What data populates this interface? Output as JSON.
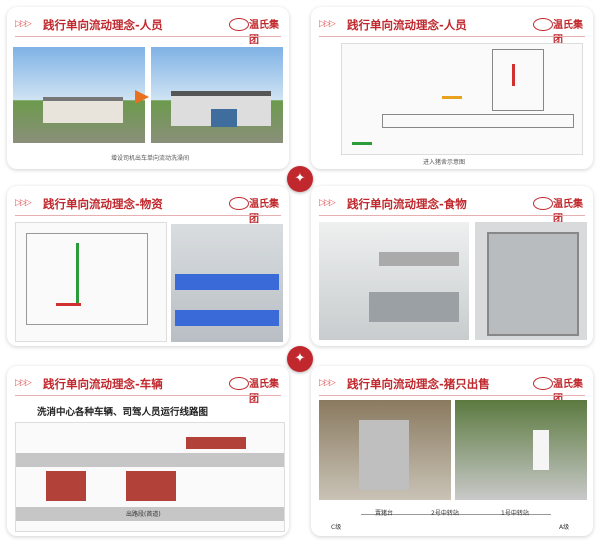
{
  "logo_text": "温氏集团",
  "badge_icon": "✦",
  "cards": [
    {
      "title": "践行单向流动理念-人员",
      "caption": "增设司机出车单向流动洗澡间"
    },
    {
      "title": "践行单向流动理念-人员",
      "caption": "进入猪舍示意图"
    },
    {
      "title": "践行单向流动理念-物资"
    },
    {
      "title": "践行单向流动理念-食物"
    },
    {
      "title": "践行单向流动理念-车辆",
      "subtitle": "洗消中心各种车辆、司驾人员运行线路图",
      "road_label": "出路段(首道)"
    },
    {
      "title": "践行单向流动理念-猪只出售",
      "flow": [
        "C级",
        "賣猪台",
        "2号中转站",
        "1号中转站",
        "A级"
      ]
    }
  ]
}
